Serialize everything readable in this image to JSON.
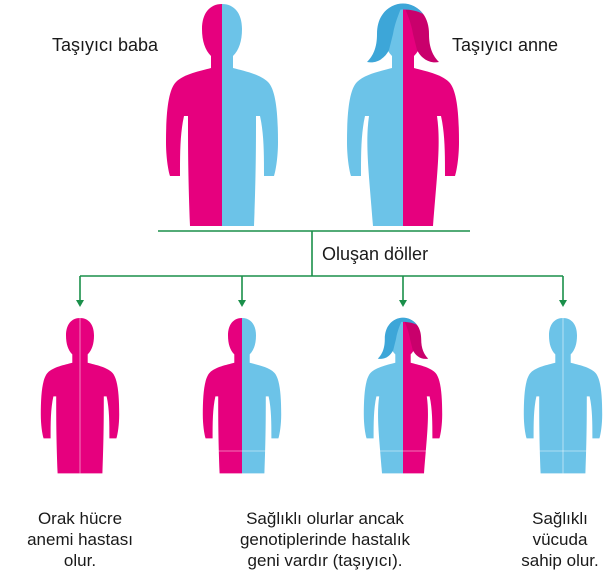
{
  "parents": {
    "father_label": "Taşıyıcı baba",
    "mother_label": "Taşıyıcı anne"
  },
  "offspring_label": "Oluşan döller",
  "captions": {
    "affected": [
      "Orak hücre",
      "anemi hastası",
      "olur."
    ],
    "carrier": [
      "Sağlıklı olurlar ancak",
      "genotiplerinde hastalık",
      "geni vardır (taşıyıcı)."
    ],
    "healthy": [
      "Sağlıklı",
      "vücuda",
      "sahip olur."
    ]
  },
  "colors": {
    "affected_allele": "#e6007e",
    "healthy_allele": "#6cc3e8",
    "connector": "#1a8f4a"
  }
}
